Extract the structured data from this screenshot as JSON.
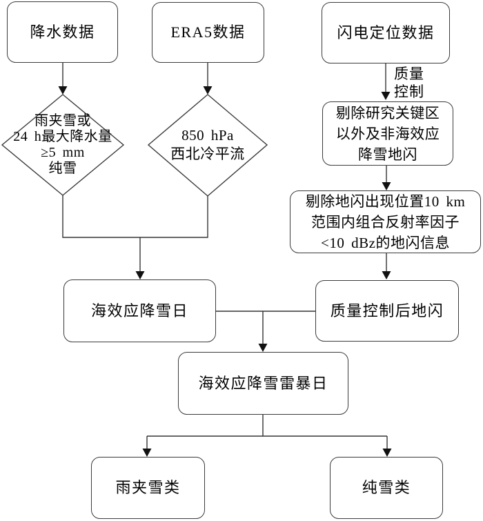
{
  "diagram": {
    "type": "flowchart",
    "background": "#ffffff",
    "line_color": "#333333",
    "border_color": "#3a3a3a",
    "text_color": "#000000"
  },
  "nodes": {
    "precip_data": {
      "label": "降水数据"
    },
    "era5_data": {
      "label": "ERA5数据"
    },
    "lightning_data": {
      "label": "闪电定位数据"
    },
    "sleet_or_snow_decision": {
      "lines": [
        "雨夹雪或",
        "24 h最大降水量",
        "≥5 mm",
        "纯雪"
      ]
    },
    "cold_advection_decision": {
      "lines": [
        "850 hPa",
        "西北冷平流"
      ]
    },
    "remove_outside_region": {
      "lines": [
        "剔除研究关键区",
        "以外及非海效应",
        "降雪地闪"
      ]
    },
    "remove_low_reflectivity": {
      "lines": [
        "剔除地闪出现位置10 km",
        "范围内组合反射率因子",
        "<10 dBz的地闪信息"
      ]
    },
    "sea_effect_snow_day": {
      "label": "海效应降雪日"
    },
    "qc_lightning": {
      "label": "质量控制后地闪"
    },
    "sea_effect_thundersnow_day": {
      "label": "海效应降雪雷暴日"
    },
    "sleet_class": {
      "label": "雨夹雪类"
    },
    "pure_snow_class": {
      "label": "纯雪类"
    }
  },
  "edge_labels": {
    "quality_control": {
      "lines": [
        "质量",
        "控制"
      ]
    }
  }
}
